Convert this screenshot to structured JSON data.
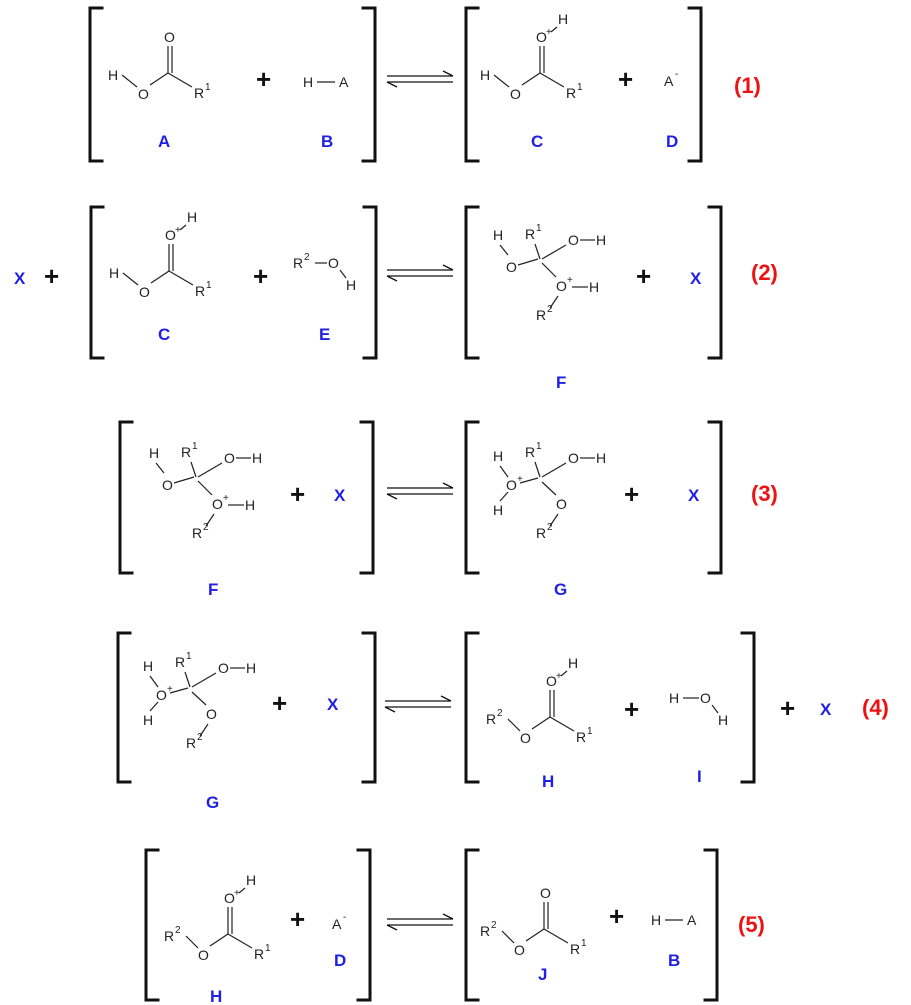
{
  "colors": {
    "label": "#1f1fe6",
    "equation_number": "#ee1111",
    "structure": "#222222"
  },
  "atoms": {
    "h": "H",
    "o": "O",
    "a": "A",
    "r": "R"
  },
  "charges": {
    "plus": "+",
    "minus": "-"
  },
  "superscripts": {
    "r1": "1",
    "r2": "2"
  },
  "plus_sign": "+",
  "catalyst": "X",
  "compounds": {
    "A": "A",
    "B": "B",
    "C": "C",
    "D": "D",
    "E": "E",
    "F": "F",
    "G": "G",
    "H": "H",
    "I": "I",
    "J": "J"
  },
  "equations": [
    {
      "number": "(1)"
    },
    {
      "number": "(2)"
    },
    {
      "number": "(3)"
    },
    {
      "number": "(4)"
    },
    {
      "number": "(5)"
    }
  ]
}
